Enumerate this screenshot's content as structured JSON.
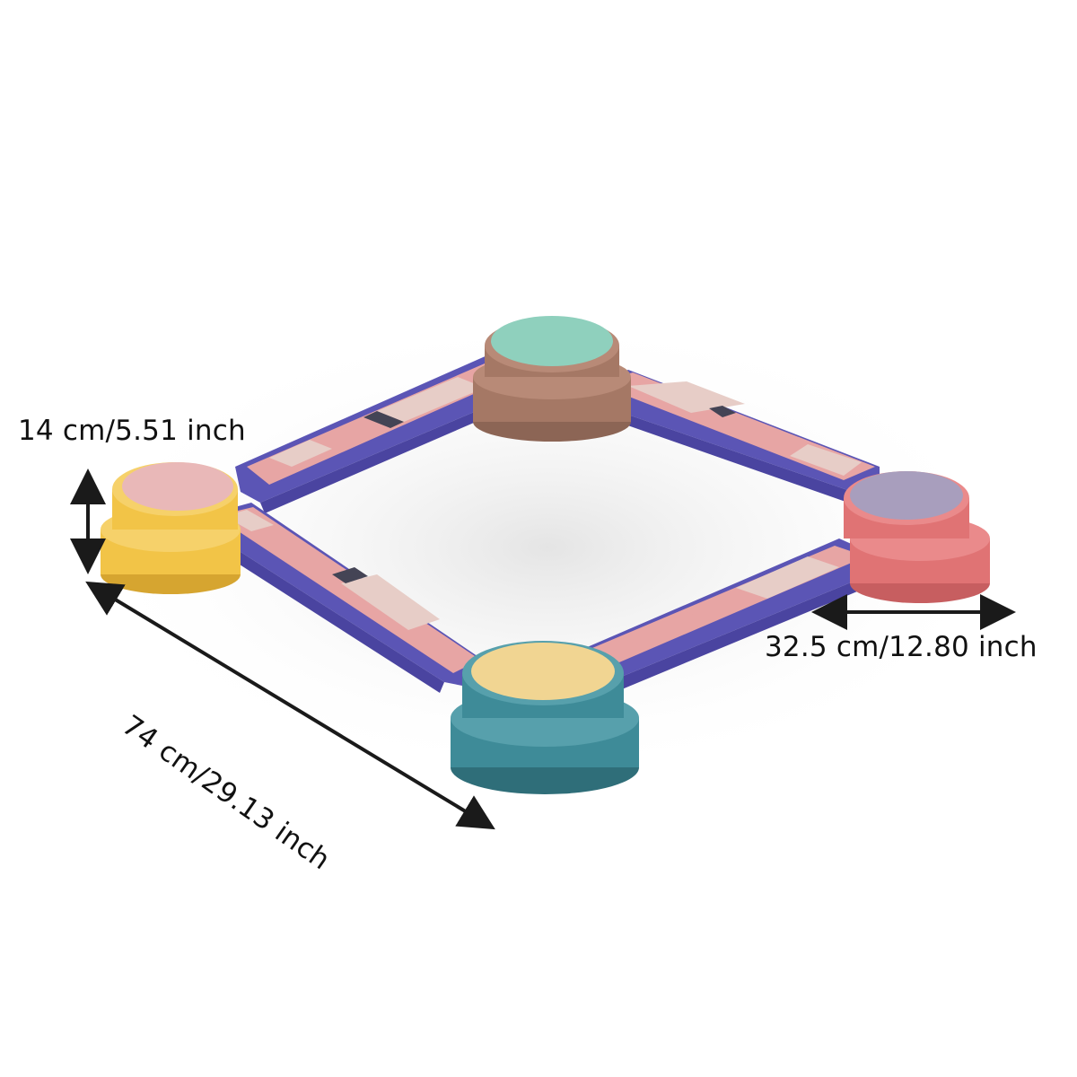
{
  "dimensions": {
    "height_label": "14 cm/5.51 inch",
    "width_label": "32.5 cm/12.80 inch",
    "length_label": "74 cm/29.13 inch"
  },
  "colors": {
    "background": "#ffffff",
    "beam_frame": "#5b55b5",
    "beam_pad_pink": "#e7a5a4",
    "beam_pad_beige": "#e7cdc7",
    "stepper_brown": "#a57865",
    "stepper_red": "#e07374",
    "stepper_yellow": "#f2c447",
    "stepper_teal": "#3e8b98",
    "top_mint": "#8fd0bd",
    "top_lavender": "#a89ebd",
    "top_pink": "#e9b8b8",
    "top_cream": "#f1d592",
    "arrow": "#1a1a1a"
  }
}
